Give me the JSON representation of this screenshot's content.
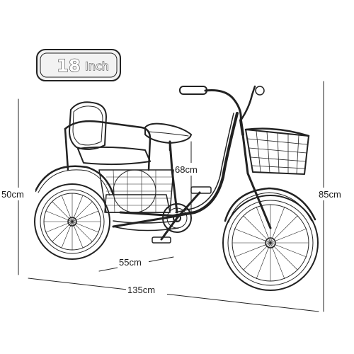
{
  "badge": {
    "size": "18",
    "unit": "Inch"
  },
  "dimensions": {
    "rear_height": "50cm",
    "seat_height": "68cm",
    "total_height": "85cm",
    "rear_track": "55cm",
    "total_length": "135cm"
  },
  "colors": {
    "ink": "#222222",
    "background": "#ffffff",
    "badge_fill": "#f2f2f2"
  }
}
